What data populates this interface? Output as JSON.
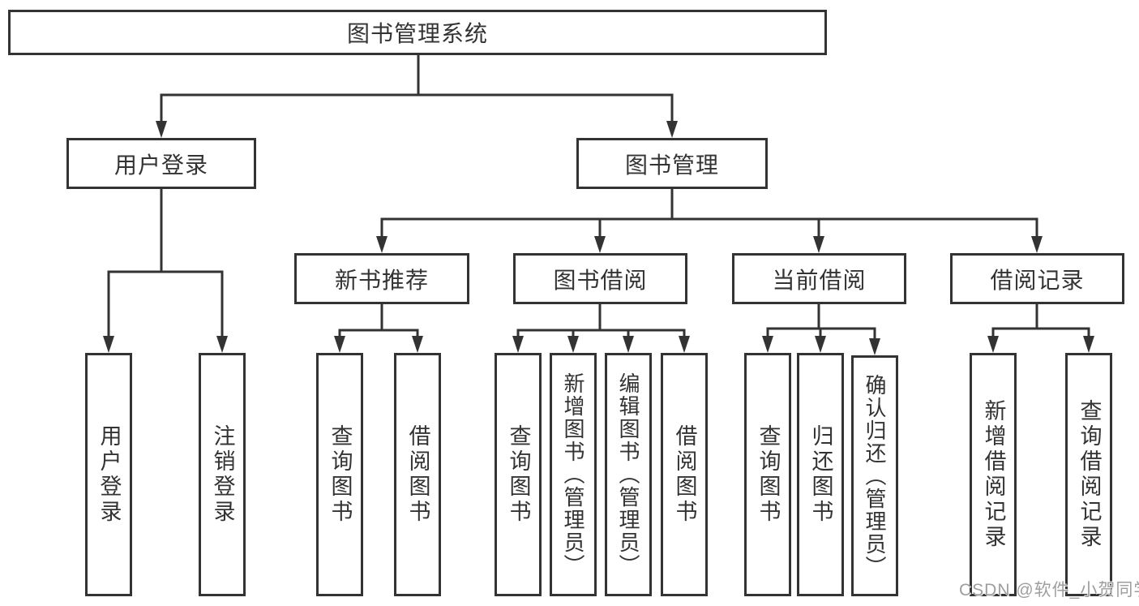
{
  "tree": {
    "root": {
      "label": "图书管理系统"
    },
    "user_login": {
      "label": "用户登录",
      "children": {
        "login": "用户登录",
        "logout": "注销登录"
      }
    },
    "book_mgmt": {
      "label": "图书管理",
      "new_book": {
        "label": "新书推荐",
        "children": {
          "query": "查询图书",
          "borrow": "借阅图书"
        }
      },
      "book_borrow": {
        "label": "图书借阅",
        "children": {
          "query": "查询图书",
          "add": "新增图书（管理员）",
          "edit": "编辑图书（管理员）",
          "borrow": "借阅图书"
        }
      },
      "current_borrow": {
        "label": "当前借阅",
        "children": {
          "query": "查询图书",
          "return": "归还图书",
          "confirm": "确认归还（管理员）"
        }
      },
      "borrow_records": {
        "label": "借阅记录",
        "children": {
          "add": "新增借阅记录",
          "query": "查询借阅记录"
        }
      }
    }
  },
  "watermark": {
    "text": "CSDN @软件_小贺同学"
  },
  "colors": {
    "line": "#333333",
    "text": "#333333",
    "watermark": "#9e9e9e",
    "background": "#ffffff"
  }
}
